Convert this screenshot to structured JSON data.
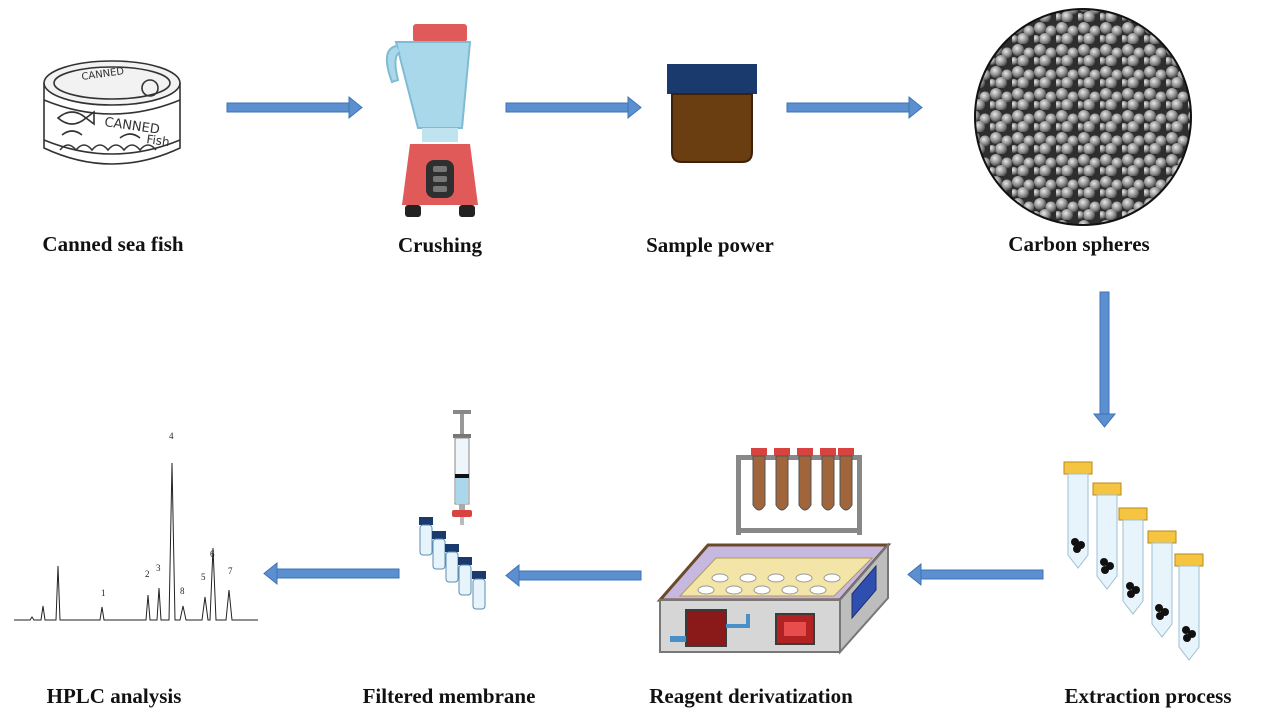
{
  "steps": [
    {
      "id": "canned",
      "label": "Canned sea fish",
      "icon": "fish-can-icon"
    },
    {
      "id": "crushing",
      "label": "Crushing",
      "icon": "blender-icon"
    },
    {
      "id": "sample",
      "label": "Sample power",
      "icon": "jar-icon"
    },
    {
      "id": "carbon",
      "label": "Carbon spheres",
      "icon": "carbon-spheres-icon"
    },
    {
      "id": "extraction",
      "label": "Extraction process",
      "icon": "centrifuge-tubes-icon"
    },
    {
      "id": "reagent",
      "label": "Reagent derivatization",
      "icon": "water-bath-icon"
    },
    {
      "id": "filtered",
      "label": "Filtered membrane",
      "icon": "syringe-filter-icon"
    },
    {
      "id": "hplc",
      "label": "HPLC analysis",
      "icon": "chromatogram-icon"
    }
  ],
  "can_text": {
    "top": "CANNED",
    "side": "CANNED",
    "side2": "Fish"
  },
  "chromatogram": {
    "peak_labels": [
      "1",
      "2",
      "3",
      "4",
      "5",
      "6",
      "7",
      "8"
    ]
  },
  "colors": {
    "arrow": "#5b8fd0",
    "arrow_stroke": "#3f73b4",
    "blender_red": "#e05a5a",
    "blender_glass": "#a8d8ea",
    "jar_lid": "#1a3a6e",
    "jar_body": "#6b3e12",
    "tube_cap": "#f5c542",
    "rack_cap": "#d9433f",
    "bath_lid": "#c7b8e0"
  }
}
